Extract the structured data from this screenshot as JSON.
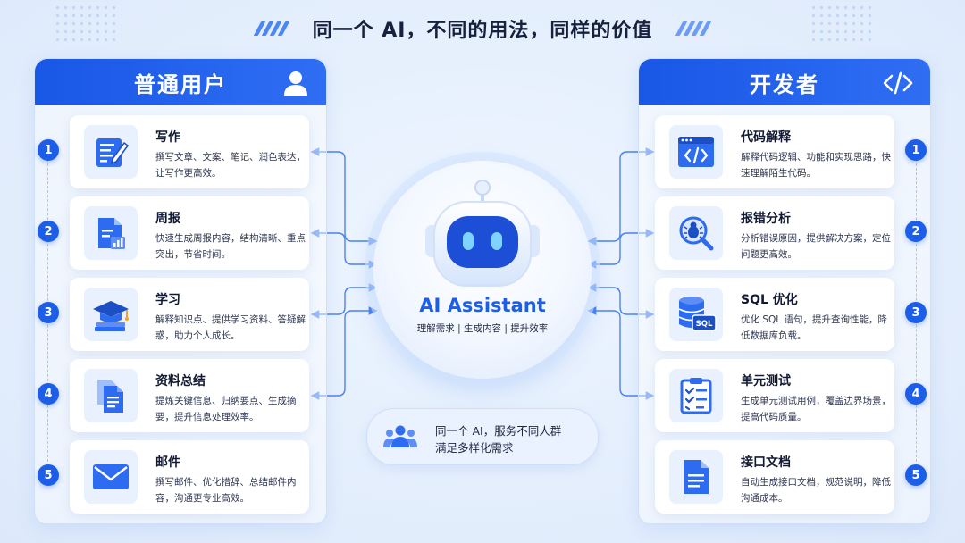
{
  "header": {
    "title": "同一个 AI，不同的用法，同样的价值"
  },
  "left_panel": {
    "title": "普通用户",
    "items": [
      {
        "num": "1",
        "title": "写作",
        "desc": "撰写文章、文案、笔记、润色表达，让写作更高效。",
        "icon": "pencil-note-icon"
      },
      {
        "num": "2",
        "title": "周报",
        "desc": "快速生成周报内容，结构清晰、重点突出，节省时间。",
        "icon": "report-chart-icon"
      },
      {
        "num": "3",
        "title": "学习",
        "desc": "解释知识点、提供学习资料、答疑解惑，助力个人成长。",
        "icon": "graduation-cap-icon"
      },
      {
        "num": "4",
        "title": "资料总结",
        "desc": "提炼关键信息、归纳要点、生成摘要，提升信息处理效率。",
        "icon": "documents-icon"
      },
      {
        "num": "5",
        "title": "邮件",
        "desc": "撰写邮件、优化措辞、总结邮件内容，沟通更专业高效。",
        "icon": "envelope-icon"
      }
    ]
  },
  "right_panel": {
    "title": "开发者",
    "items": [
      {
        "num": "1",
        "title": "代码解释",
        "desc": "解释代码逻辑、功能和实现思路，快速理解陌生代码。",
        "icon": "code-window-icon"
      },
      {
        "num": "2",
        "title": "报错分析",
        "desc": "分析错误原因，提供解决方案，定位问题更高效。",
        "icon": "bug-search-icon"
      },
      {
        "num": "3",
        "title": "SQL 优化",
        "desc": "优化 SQL 语句，提升查询性能，降低数据库负载。",
        "icon": "database-sql-icon",
        "badge": "SQL"
      },
      {
        "num": "4",
        "title": "单元测试",
        "desc": "生成单元测试用例，覆盖边界场景，提高代码质量。",
        "icon": "checklist-icon"
      },
      {
        "num": "5",
        "title": "接口文档",
        "desc": "自动生成接口文档，规范说明，降低沟通成本。",
        "icon": "document-icon"
      }
    ]
  },
  "center": {
    "name": "AI Assistant",
    "tagline": "理解需求 | 生成内容 | 提升效率",
    "note_line1": "同一个 AI，服务不同人群",
    "note_line2": "满足多样化需求"
  },
  "colors": {
    "primary": "#1c5ee8",
    "header_gradient_start": "#1957e6",
    "header_gradient_end": "#2f6ef3",
    "icon_bg": "#e9f1fe"
  }
}
